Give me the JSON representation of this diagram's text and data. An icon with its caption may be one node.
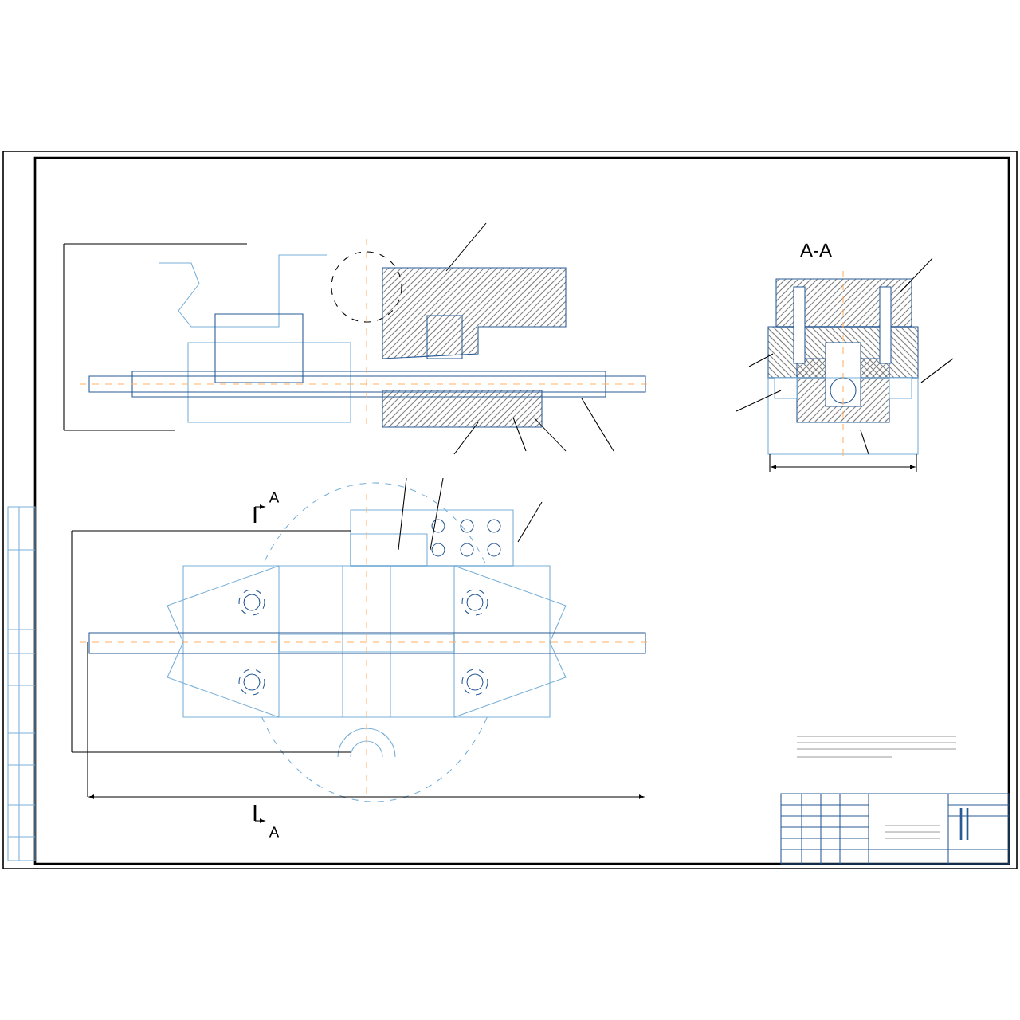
{
  "diagram": {
    "labels": [
      "A-A",
      "A",
      "A"
    ]
  }
}
